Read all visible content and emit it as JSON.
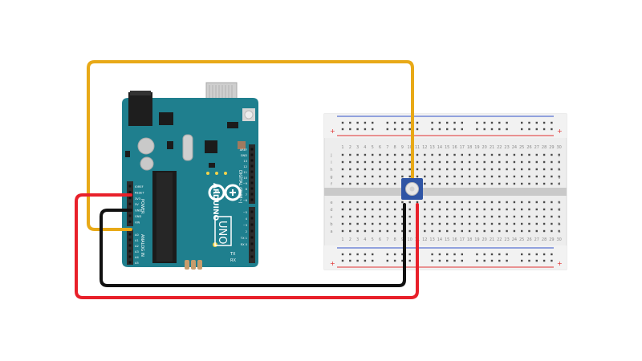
{
  "arduino": {
    "brand": "ARDUINO",
    "model": "UNO",
    "power_header_pins": [
      "IOREF",
      "RESET",
      "3V3",
      "5V",
      "GND",
      "GND",
      "VIN"
    ],
    "analog_header_pins": [
      "A0",
      "A1",
      "A2",
      "A3",
      "A4",
      "A5"
    ],
    "digital_header_labels": [
      "AREF",
      "GND",
      "13",
      "12",
      "~11",
      "~10",
      "~9",
      "8",
      "7",
      "~6",
      "~5",
      "4",
      "~3",
      "2",
      "TX 1",
      "RX 0"
    ],
    "power_label": "POWER",
    "analog_label": "ANALOG IN",
    "digital_label": "DIGITAL (PWM~)",
    "tx_label": "TX",
    "rx_label": "RX",
    "colors": {
      "board": "#1f7f8e",
      "board_dark": "#176b78",
      "header": "#2b2b2b"
    }
  },
  "breadboard": {
    "column_numbers": [
      "1",
      "2",
      "3",
      "4",
      "5",
      "6",
      "7",
      "8",
      "9",
      "10",
      "11",
      "12",
      "13",
      "14",
      "15",
      "16",
      "17",
      "18",
      "19",
      "20",
      "21",
      "22",
      "23",
      "24",
      "25",
      "26",
      "27",
      "28",
      "29",
      "30"
    ],
    "row_letters_top": [
      "j",
      "i",
      "h",
      "g",
      "f"
    ],
    "row_letters_bottom": [
      "e",
      "d",
      "c",
      "b",
      "a"
    ],
    "colors": {
      "body": "#eeeeee",
      "hole": "#4a4a4a",
      "center": "#c8c8c8",
      "rail_red": "#e03030",
      "rail_blue": "#3050c8"
    }
  },
  "potentiometer": {
    "colors": {
      "body": "#2f55a5",
      "knob": "#e6e6e6"
    }
  },
  "wires": {
    "signal": {
      "color": "#e8a917",
      "connects": "A0 to potentiometer wiper"
    },
    "power": {
      "color": "#e8202a",
      "connects": "5V to potentiometer"
    },
    "ground": {
      "color": "#111111",
      "connects": "GND to potentiometer"
    }
  }
}
